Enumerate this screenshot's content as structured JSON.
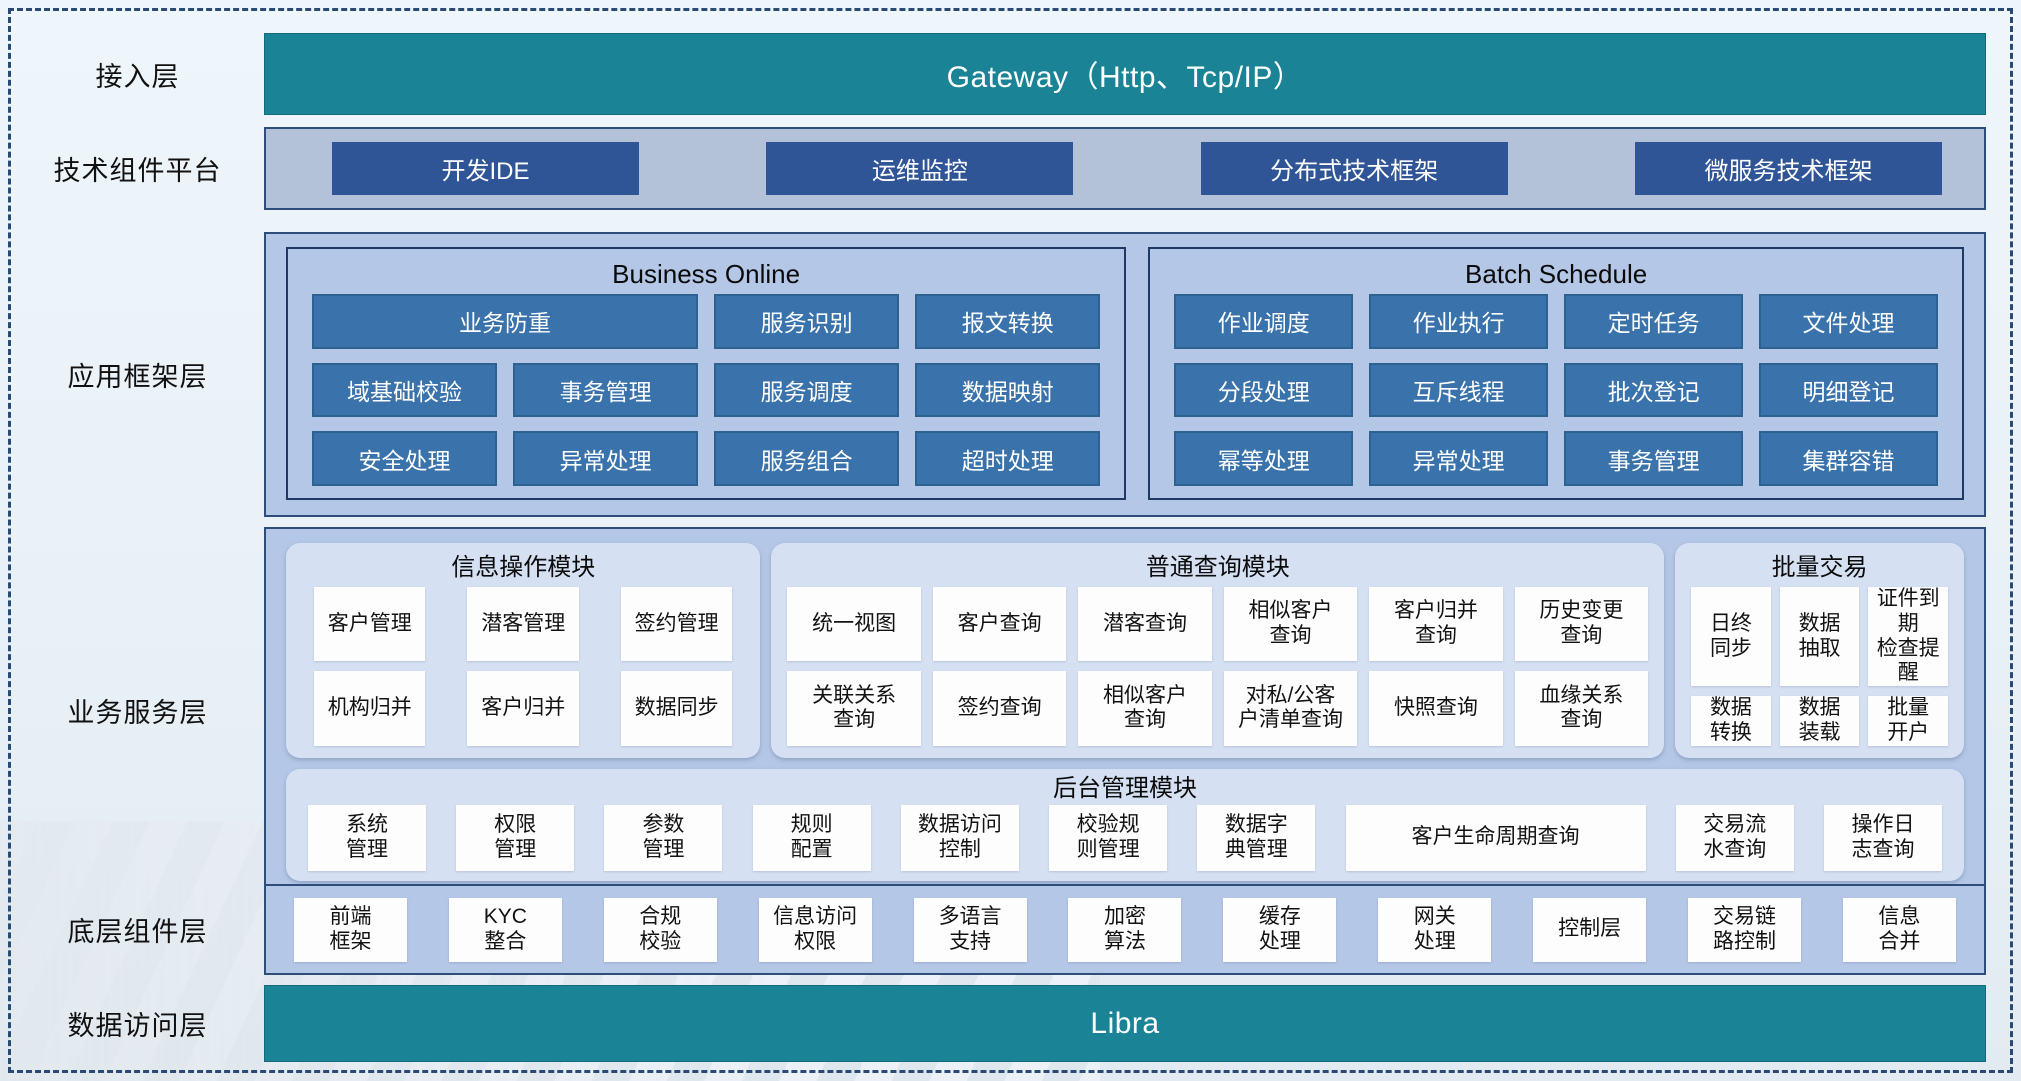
{
  "colors": {
    "teal": "#1A8496",
    "navy_button": "#2F5597",
    "steel_button": "#3A73AB",
    "panel_blue": "#B4C7E7",
    "sub_panel": "#D6E0F3"
  },
  "layers": {
    "access": {
      "label": "接入层",
      "bar": "Gateway（Http、Tcp/IP）"
    },
    "tech": {
      "label": "技术组件平台",
      "items": [
        "开发IDE",
        "运维监控",
        "分布式技术框架",
        "微服务技术框架"
      ]
    },
    "framework": {
      "label": "应用框架层",
      "business_online": {
        "title": "Business Online",
        "cells": [
          "业务防重",
          "服务识别",
          "报文转换",
          "域基础校验",
          "事务管理",
          "服务调度",
          "数据映射",
          "安全处理",
          "异常处理",
          "服务组合",
          "超时处理"
        ]
      },
      "batch_schedule": {
        "title": "Batch Schedule",
        "cells": [
          "作业调度",
          "作业执行",
          "定时任务",
          "文件处理",
          "分段处理",
          "互斥线程",
          "批次登记",
          "明细登记",
          "幂等处理",
          "异常处理",
          "事务管理",
          "集群容错"
        ]
      }
    },
    "service": {
      "label": "业务服务层",
      "info_module": {
        "title": "信息操作模块",
        "cells": [
          "客户管理",
          "潜客管理",
          "签约管理",
          "机构归并",
          "客户归并",
          "数据同步"
        ]
      },
      "query_module": {
        "title": "普通查询模块",
        "cells": [
          "统一视图",
          "客户查询",
          "潜客查询",
          "相似客户\n查询",
          "客户归并\n查询",
          "历史变更\n查询",
          "关联关系\n查询",
          "签约查询",
          "相似客户\n查询",
          "对私/公客\n户清单查询",
          "快照查询",
          "血缘关系\n查询"
        ]
      },
      "batch_trade": {
        "title": "批量交易",
        "cells": [
          "日终\n同步",
          "数据\n抽取",
          "证件到期\n检查提醒",
          "数据\n转换",
          "数据\n装载",
          "批量\n开户"
        ]
      },
      "admin_module": {
        "title": "后台管理模块",
        "cells": [
          "系统\n管理",
          "权限\n管理",
          "参数\n管理",
          "规则\n配置",
          "数据访问\n控制",
          "校验规\n则管理",
          "数据字\n典管理",
          "客户生命周期查询",
          "交易流\n水查询",
          "操作日\n志查询"
        ]
      }
    },
    "components": {
      "label": "底层组件层",
      "cells": [
        "前端\n框架",
        "KYC\n整合",
        "合规\n校验",
        "信息访问\n权限",
        "多语言\n支持",
        "加密\n算法",
        "缓存\n处理",
        "网关\n处理",
        "控制层",
        "交易链\n路控制",
        "信息\n合并"
      ]
    },
    "data_access": {
      "label": "数据访问层",
      "bar": "Libra"
    }
  }
}
